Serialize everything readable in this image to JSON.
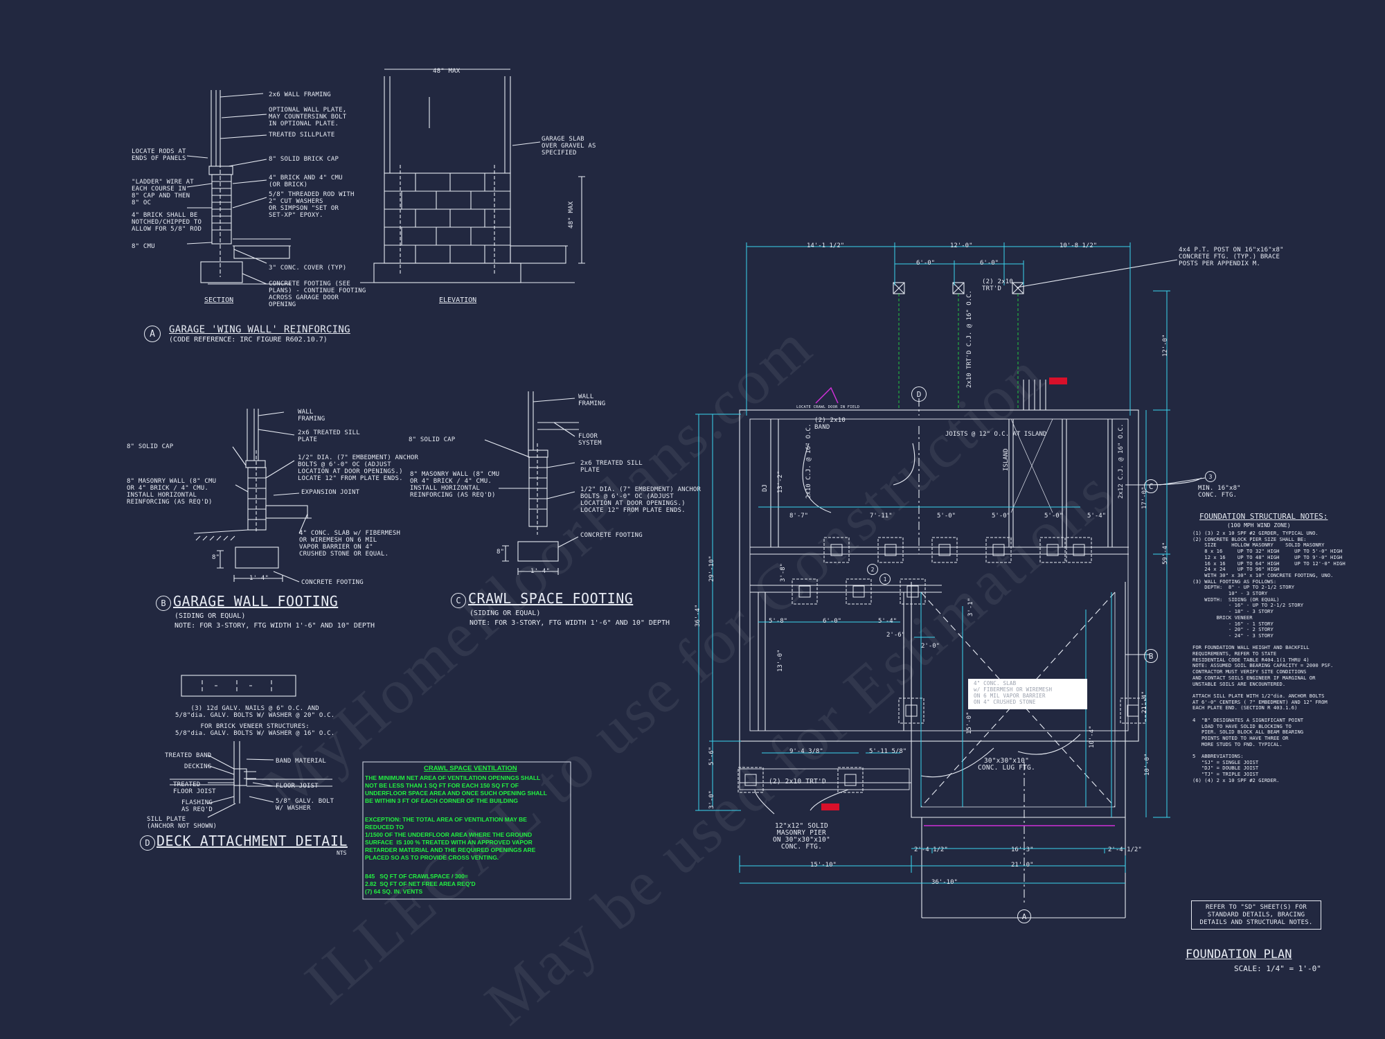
{
  "watermark": {
    "line1": "ILLEGAL to use for Construction",
    "line2": "MyHomeFloorPlans.com",
    "line3": "May be used for Estimations"
  },
  "detail_a": {
    "marker": "A",
    "title": "GARAGE 'WING WALL' REINFORCING",
    "subtitle": "(CODE REFERENCE: IRC FIGURE R602.10.7)",
    "section_label": "SECTION",
    "elevation_label": "ELEVATION",
    "max_width": "48\" MAX",
    "max_height": "48\" MAX",
    "notes": [
      "2x6 WALL FRAMING",
      "OPTIONAL WALL PLATE,\nMAY COUNTERSINK BOLT\nIN OPTIONAL PLATE.",
      "TREATED SILLPLATE",
      "8\" SOLID BRICK CAP",
      "4\" BRICK AND 4\" CMU\n(OR BRICK)",
      "5/8\" THREADED ROD WITH\n2\" CUT WASHERS\nOR SIMPSON \"SET OR\nSET-XP\" EPOXY.",
      "3\" CONC. COVER (TYP)",
      "CONCRETE FOOTING (SEE\nPLANS) - CONTINUE FOOTING\nACROSS GARAGE DOOR\nOPENING",
      "LOCATE RODS AT\nENDS OF PANELS",
      "\"LADDER\" WIRE AT\nEACH COURSE IN\n8\" CAP AND THEN\n8\" OC",
      "4\" BRICK SHALL BE\nNOTCHED/CHIPPED TO\nALLOW FOR 5/8\" ROD",
      "8\" CMU",
      "GARAGE SLAB\nOVER GRAVEL AS\nSPECIFIED"
    ]
  },
  "detail_b": {
    "marker": "B",
    "title": "GARAGE WALL FOOTING",
    "subtitle": "(SIDING OR EQUAL)",
    "note": "NOTE: FOR 3-STORY, FTG WIDTH 1'-6\" AND 10\" DEPTH",
    "labels": [
      "WALL\nFRAMING",
      "2x6 TREATED SILL\nPLATE",
      "8\" SOLID CAP",
      "1/2\" DIA. (7\" EMBEDMENT) ANCHOR\nBOLTS @ 6'-0\" OC (ADJUST\nLOCATION AT DOOR OPENINGS.)\nLOCATE 12\" FROM PLATE ENDS.",
      "8\" MASONRY WALL (8\" CMU\nOR 4\" BRICK / 4\" CMU.\nINSTALL HORIZONTAL\nREINFORCING (AS REQ'D)",
      "EXPANSION JOINT",
      "4\" CONC. SLAB w/ FIBERMESH\nOR WIREMESH ON 6 MIL\nVAPOR BARRIER ON 4\"\nCRUSHED STONE OR EQUAL.",
      "CONCRETE FOOTING",
      "1'-4\"",
      "8\""
    ]
  },
  "detail_c": {
    "marker": "C",
    "title": "CRAWL SPACE FOOTING",
    "subtitle": "(SIDING OR EQUAL)",
    "note": "NOTE: FOR 3-STORY, FTG WIDTH 1'-6\" AND 10\" DEPTH",
    "labels": [
      "WALL\nFRAMING",
      "FLOOR\nSYSTEM",
      "8\" SOLID CAP",
      "2x6 TREATED SILL\nPLATE",
      "8\" MASONRY WALL (8\" CMU\nOR 4\" BRICK / 4\" CMU.\nINSTALL HORIZONTAL\nREINFORCING (AS REQ'D)",
      "1/2\" DIA. (7\" EMBEDMENT) ANCHOR\nBOLTS @ 6'-0\" OC (ADJUST\nLOCATION AT DOOR OPENINGS.)\nLOCATE 12\" FROM PLATE ENDS.",
      "CONCRETE FOOTING",
      "1'-4\"",
      "8\""
    ]
  },
  "detail_d": {
    "marker": "D",
    "title": "DECK ATTACHMENT DETAIL",
    "scale": "NTS",
    "labels": [
      "(3) 12d GALV. NAILS @ 6\" O.C. AND\n5/8\"dia. GALV. BOLTS W/ WASHER @ 20\" O.C.",
      "FOR BRICK VENEER STRUCTURES:\n5/8\"dia. GALV. BOLTS W/ WASHER @ 16\" O.C.",
      "TREATED BAND",
      "DECKING",
      "TREATED\nFLOOR JOIST",
      "FLASHING\nAS REQ'D",
      "SILL PLATE\n(ANCHOR NOT SHOWN)",
      "BAND MATERIAL",
      "FLOOR JOIST",
      "5/8\" GALV. BOLT\nW/ WASHER"
    ]
  },
  "crawl_ventilation": {
    "title": "CRAWL SPACE VENTILATION",
    "body": "THE MINIMUM NET AREA OF VENTILATION OPENINGS SHALL\nNOT BE LESS THAN 1 SQ FT FOR EACH 150 SQ FT OF\nUNDERFLOOR SPACE AREA AND ONCE SUCH OPENING SHALL\nBE WITHIN 3 FT OF EACH CORNER OF THE BUILDING",
    "exception": "EXCEPTION: THE TOTAL AREA OF VENTILATION MAY BE\nREDUCED TO\n1/1500 OF THE UNDERFLOOR AREA WHERE THE GROUND\nSURFACE  IS 100 % TREATED WITH AN APPROVED VAPOR\nRETARDER MATERIAL AND THE REQUIRED OPENINGS ARE\nPLACED SO AS TO PROVIDE CROSS VENTING.",
    "calc": "845   SQ FT OF CRAWLSPACE / 300=\n2.82  SQ FT OF NET FREE AREA REQ'D\n(7) 64 SQ. IN. VENTS"
  },
  "plan": {
    "title": "FOUNDATION PLAN",
    "scale": "SCALE: 1/4\" = 1'-0\"",
    "dims_top": [
      "14'-1 1/2\"",
      "12'-0\"",
      "10'-8 1/2\"",
      "6'-0\"",
      "6'-0\""
    ],
    "dims_bottom": [
      "15'-10\"",
      "21'-0\"",
      "2'-4 1/2\"",
      "16'-3\"",
      "2'-4 1/2\"",
      "36'-10\""
    ],
    "dims_left": [
      "36'-4\"",
      "29'-10\"",
      "5'-6\"",
      "3'-0\""
    ],
    "dims_right": [
      "12'-0\"",
      "17'-0\"",
      "59'-4\"",
      "21'-4\"",
      "10'-0\""
    ],
    "interior_dims": [
      "8'-7\"",
      "7'-11\"",
      "5'-0\"",
      "5'-0\"",
      "5'-0\"",
      "5'-4\"",
      "5'-8\"",
      "6'-0\"",
      "5'-4\"",
      "2'-6\"",
      "2'-0\"",
      "9'-4 3/8\"",
      "5'-11 5/8\"",
      "13'-2\"",
      "13'-0\"",
      "3'-8\"",
      "3'-1\"",
      "15'-0\"",
      "10'-4\""
    ],
    "joist_labels": [
      "2x10 C.J. @ 16\" O.C.",
      "2x10 TRT'D C.J. @ 16\" O.C.",
      "DJ",
      "ISLAND",
      "JOISTS @ 12\" O.C. AT ISLAND",
      "2x12 C.J. @ 16\" O.C."
    ],
    "callouts": {
      "post": "4x4 P.T. POST ON 16\"x16\"x8\"\nCONCRETE FTG. (TYP.) BRACE\nPOSTS PER APPENDIX M.",
      "post_beam": "(2) 2x10\nTRT'D",
      "band": "(2) 2x10\nBAND",
      "crawl_door": "LOCATE CRAWL DOOR IN FIELD",
      "min_ftg": "MIN. 16\"x8\"\nCONC. FTG.",
      "garage_slab": "4\" CONC. SLAB\nw/ FIBERMESH OR WIREMESH\nON 6 MIL VAPOR BARRIER\nON 4\" CRUSHED STONE",
      "lug_ftg": "30\"x30\"x10\"\nCONC. LUG FTG.",
      "pier": "12\"x12\" SOLID\nMASONRY PIER\nON 30\"x30\"x10\"\nCONC. FTG.",
      "deck_beam": "(2) 2x10 TRT'D"
    },
    "markers": [
      "D",
      "C",
      "B",
      "A",
      "3",
      "2",
      "1"
    ],
    "refer_box": "REFER TO \"SD\" SHEET(S) FOR\nSTANDARD DETAILS, BRACING\nDETAILS AND STRUCTURAL NOTES."
  },
  "structural_notes": {
    "title": "FOUNDATION STRUCTURAL NOTES:",
    "subtitle": "(100 MPH WIND ZONE)",
    "body": "(1) (3) 2 x 10 SPF #2 GIRDER, TYPICAL UNO.\n(2) CONCRETE BLOCK PIER SIZE SHALL BE:\n    SIZE     HOLLOW MASONRY    SOLID MASONRY\n    8 x 16     UP TO 32\" HIGH     UP TO 5'-0\" HIGH\n    12 x 16    UP TO 48\" HIGH     UP TO 9'-0\" HIGH\n    16 x 16    UP TO 64\" HIGH     UP TO 12'-0\" HIGH\n    24 x 24    UP TO 96\" HIGH\n    WITH 30\" x 30\" x 10\" CONCRETE FOOTING, UNO.\n(3) WALL FOOTING AS FOLLOWS:\n    DEPTH:  8\" - UP TO 2-1/2 STORY\n            10\" - 3 STORY\n    WIDTH:  SIDING (OR EQUAL)\n            - 16\" - UP TO 2-1/2 STORY\n            - 18\" - 3 STORY\n        BRICK VENEER\n            - 16\" - 1 STORY\n            - 20\" - 2 STORY\n            - 24\" - 3 STORY\n\nFOR FOUNDATION WALL HEIGHT AND BACKFILL\nREQUIREMENTS, REFER TO STATE\nRESIDENTIAL CODE TABLE R404.1(1 THRU 4)\nNOTE: ASSUMED SOIL BEARING CAPACITY = 2000 PSF.\nCONTRACTOR MUST VERIFY SITE CONDITIONS\nAND CONTACT SOILS ENGINEER IF MARGINAL OR\nUNSTABLE SOILS ARE ENCOUNTERED.\n\nATTACH SILL PLATE WITH 1/2\"dia. ANCHOR BOLTS\nAT 6'-0\" CENTERS ( 7\" EMBEDMENT) AND 12\" FROM\nEACH PLATE END. (SECTION R 403.1.6)\n\n4  \"B\" DESIGNATES A SIGNIFICANT POINT\n   LOAD TO HAVE SOLID BLOCKING TO\n   PIER. SOLID BLOCK ALL BEAM BEARING\n   POINTS NOTED TO HAVE THREE OR\n   MORE STUDS TO FND. TYPICAL.\n\n5  ABBREVIATIONS:\n   \"SJ\" = SINGLE JOIST\n   \"DJ\" = DOUBLE JOIST\n   \"TJ\" = TRIPLE JOIST\n(6) (4) 2 x 10 SPF #2 GIRDER."
  },
  "colors": {
    "background": "#222840",
    "line": "#e8ecf4",
    "dimension": "#39d6f0",
    "green": "#22f040",
    "magenta": "#d030d8",
    "red": "#d8102a"
  }
}
